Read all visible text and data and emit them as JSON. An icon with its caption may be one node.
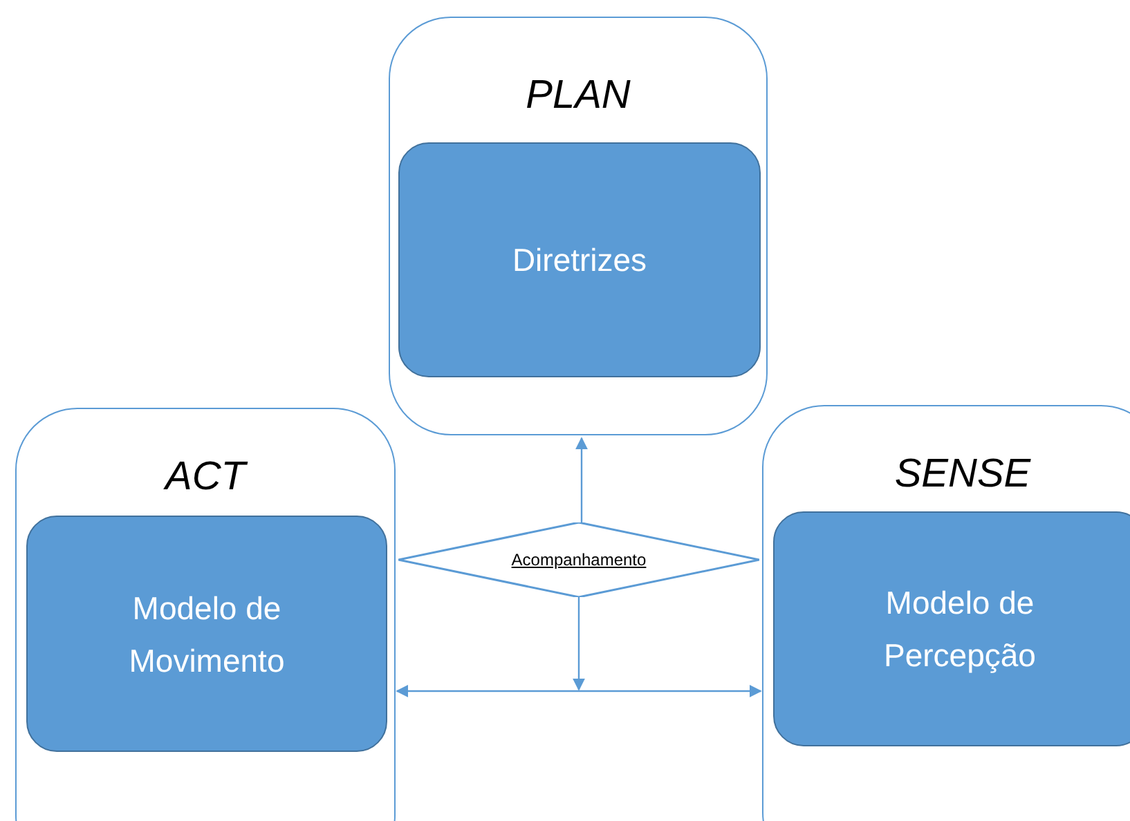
{
  "diagram": {
    "nodes": [
      {
        "text": [
          "PLAN"
        ]
      },
      {
        "text": [
          "Diretrizes"
        ],
        "in": 0
      },
      {
        "text": [
          "ACT"
        ]
      },
      {
        "text": [
          "Modelo de Movimento"
        ],
        "in": 2
      },
      {
        "text": [
          "SENSE"
        ]
      },
      {
        "text": [
          "Modelo de Percepção"
        ],
        "in": 4
      },
      {
        "text": [
          "Acompanhamento"
        ]
      }
    ],
    "edges": [
      {
        "from": 6,
        "to": 0,
        "arrow": "to"
      },
      {
        "from": 2,
        "to": 4,
        "arrow": "both"
      },
      {
        "from": 6,
        "to": null,
        "arrow": "to"
      }
    ]
  }
}
